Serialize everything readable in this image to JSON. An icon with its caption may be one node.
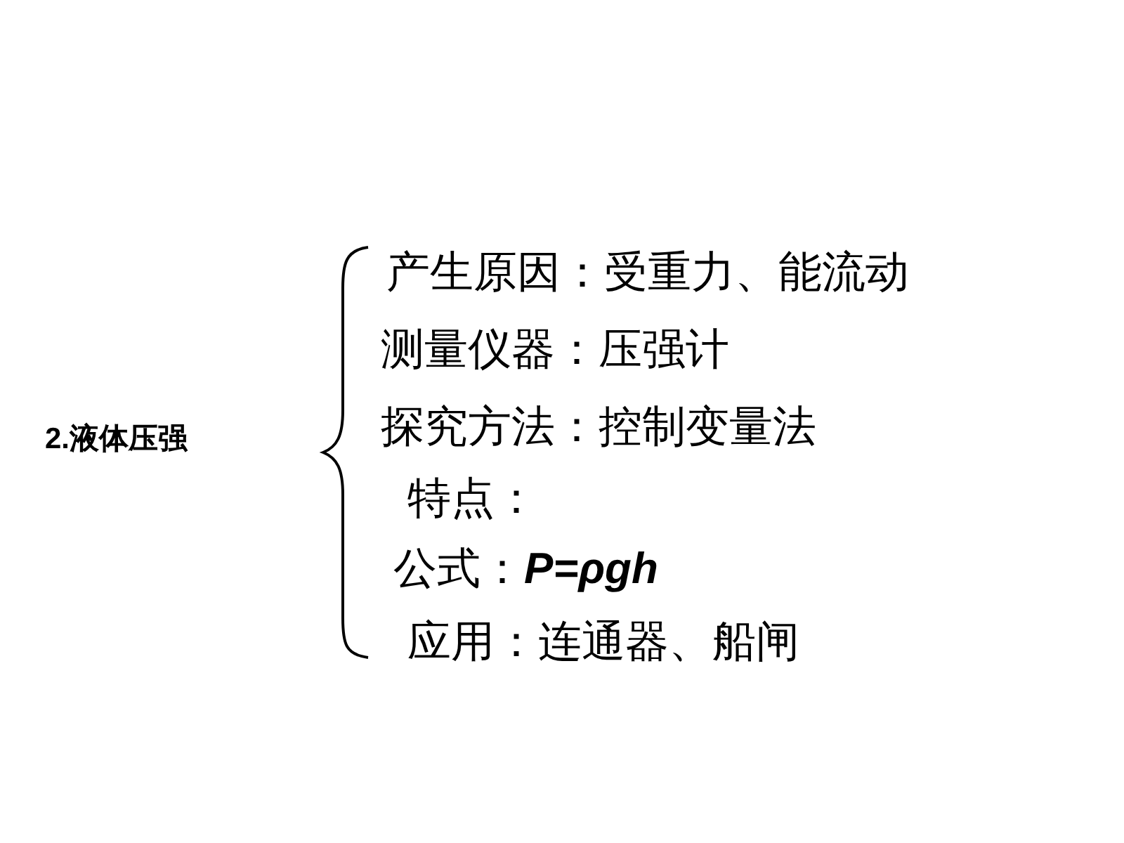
{
  "diagram": {
    "title": "2.液体压强",
    "labels": [
      "产生原因：受重力、能流动",
      "测量仪器：压强计",
      "探究方法：控制变量法",
      "特点：",
      "公式：**P=ρgh**",
      "应用：连通器、船闸"
    ]
  }
}
